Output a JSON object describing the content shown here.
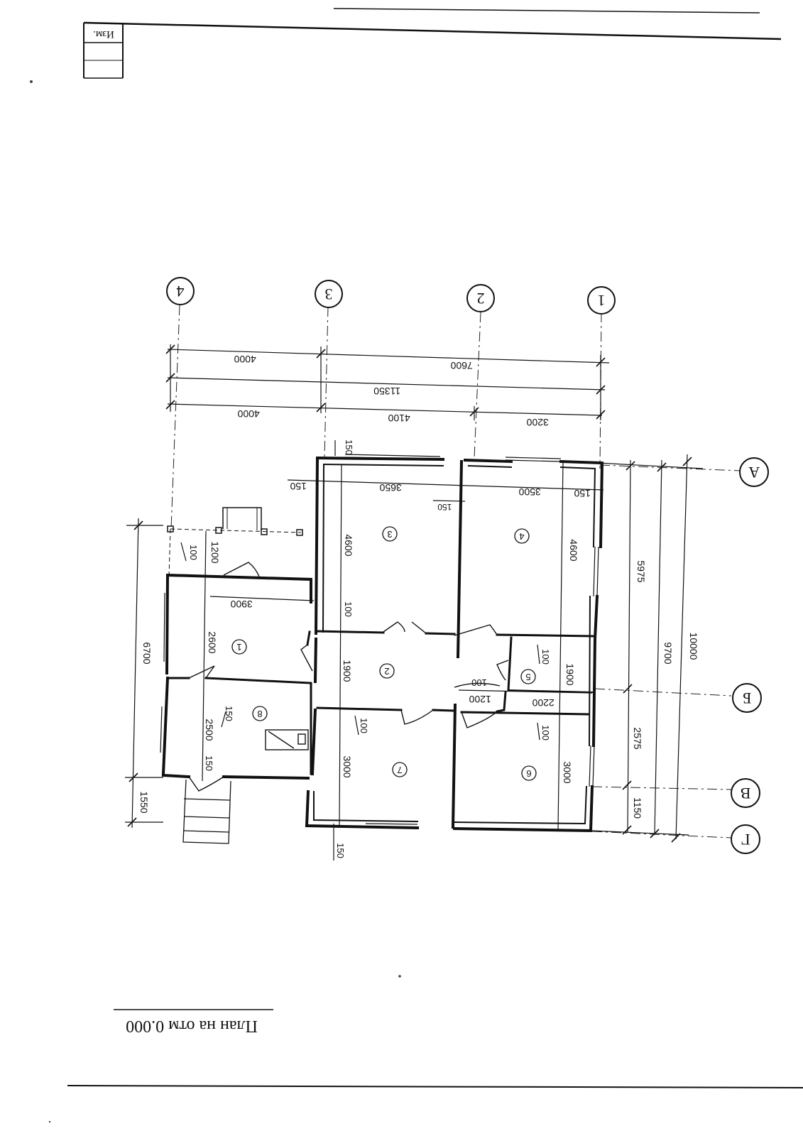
{
  "sheet": {
    "revision_label": "Изм.",
    "plan_title": "План на отм 0.000"
  },
  "axes": {
    "numbers": [
      "1",
      "2",
      "3",
      "4"
    ],
    "letters": [
      "А",
      "Б",
      "В",
      "Г"
    ]
  },
  "rooms": [
    "1",
    "2",
    "3",
    "4",
    "5",
    "6",
    "7",
    "8"
  ],
  "dimensions": {
    "top_row1": [
      "4000",
      "7600"
    ],
    "top_overall": "11350",
    "top_row3": [
      "4000",
      "4100",
      "3200"
    ],
    "right_row1": [
      "5975",
      "2575",
      "1150"
    ],
    "right_row2": "9700",
    "right_overall": "10000",
    "left_row": [
      "6700",
      "1550"
    ],
    "wall_thickness": "150",
    "interior_100": "100",
    "porch_depth": "1200",
    "room1_width": "3900",
    "room1_depth": "2600",
    "room8_depth": "2500",
    "room3_width": "3650",
    "room4_width": "3500",
    "rooms_3_4_depth": "4600",
    "hall_depth": "1900",
    "room5_width": "2200",
    "room5_depth": "1900",
    "door_1200": "1200",
    "rooms_6_7_depth": "3000"
  }
}
